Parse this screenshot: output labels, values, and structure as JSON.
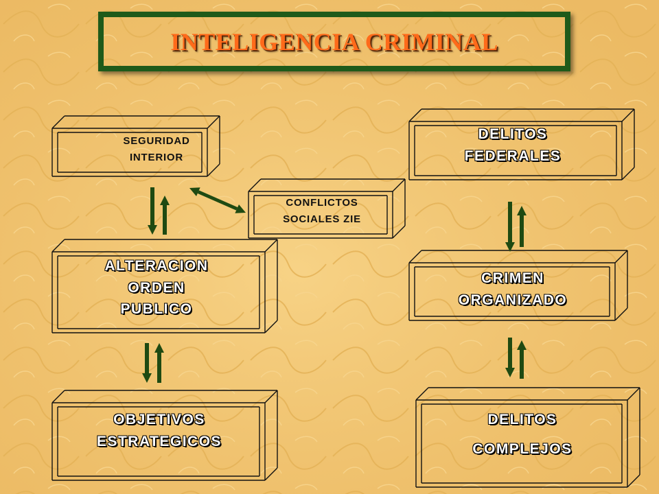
{
  "title": "INTELIGENCIA CRIMINAL",
  "nodes": {
    "seguridad_interior": [
      "SEGURIDAD",
      "INTERIOR"
    ],
    "conflictos_sociales": [
      "CONFLICTOS",
      "SOCIALES ZIE"
    ],
    "alteracion_orden_publico": [
      "ALTERACION",
      "ORDEN",
      "PUBLICO"
    ],
    "objetivos_estrategicos": [
      "OBJETIVOS",
      "ESTRATEGICOS"
    ],
    "delitos_federales": [
      "DELITOS",
      "FEDERALES"
    ],
    "crimen_organizado": [
      "CRIMEN",
      "ORGANIZADO"
    ],
    "delitos_complejos": [
      "DELITOS",
      "COMPLEJOS"
    ]
  },
  "links": [
    {
      "from": "seguridad_interior",
      "to": "alteracion_orden_publico",
      "kind": "bidirectional"
    },
    {
      "from": "seguridad_interior",
      "to": "conflictos_sociales",
      "kind": "bidirectional"
    },
    {
      "from": "alteracion_orden_publico",
      "to": "objetivos_estrategicos",
      "kind": "bidirectional"
    },
    {
      "from": "delitos_federales",
      "to": "crimen_organizado",
      "kind": "bidirectional"
    },
    {
      "from": "crimen_organizado",
      "to": "delitos_complejos",
      "kind": "bidirectional"
    }
  ],
  "colors": {
    "background": "#f0c572",
    "title_frame": "#1f5a1a",
    "title_text": "#ff6a1a",
    "arrows": "#1f4a12",
    "box_edges": "#111111"
  }
}
